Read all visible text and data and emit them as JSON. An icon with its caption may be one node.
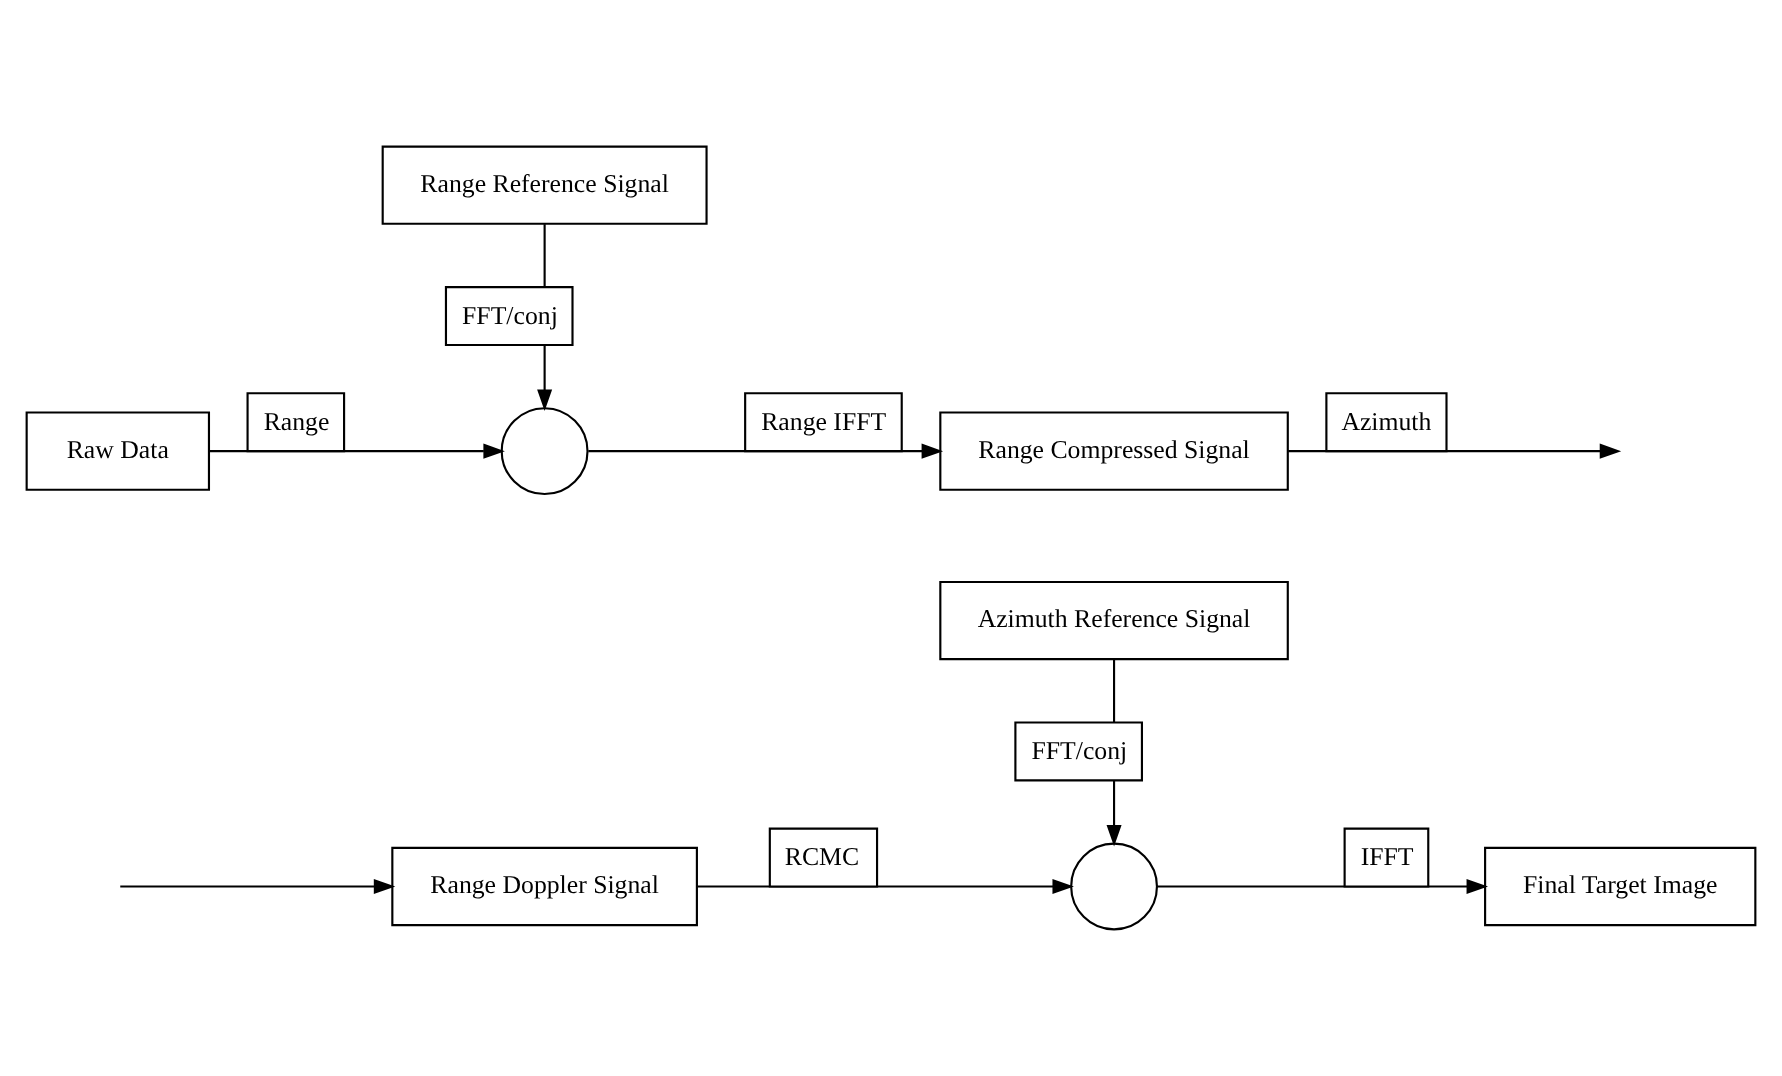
{
  "diagram": {
    "nodes": [
      {
        "text": [
          "Raw Data"
        ]
      },
      {
        "text": [],
        "shape": "circle"
      },
      {
        "text": [
          "Range Compressed Signal"
        ]
      },
      {
        "text": [
          "Range Reference Signal"
        ]
      },
      {
        "text": [
          "Range Doppler Signal"
        ]
      },
      {
        "text": [],
        "shape": "circle"
      },
      {
        "text": [
          "Final Target Image"
        ]
      },
      {
        "text": [
          "Azimuth Reference Signal"
        ]
      }
    ],
    "edges": [
      {
        "from": 0,
        "to": 1,
        "arrow": "to",
        "label": "Range"
      },
      {
        "from": 3,
        "to": 1,
        "arrow": "to",
        "label": "FFT/conj"
      },
      {
        "from": 1,
        "to": 2,
        "arrow": "to",
        "label": "Range IFFT"
      },
      {
        "from": 2,
        "to": null,
        "arrow": "to",
        "label": "Azimuth"
      },
      {
        "from": null,
        "to": 4,
        "arrow": "to"
      },
      {
        "from": 4,
        "to": 5,
        "arrow": "to",
        "label": "RCMC"
      },
      {
        "from": 7,
        "to": 5,
        "arrow": "to",
        "label": "FFT/conj"
      },
      {
        "from": 5,
        "to": 6,
        "arrow": "to",
        "label": "IFFT"
      }
    ]
  }
}
